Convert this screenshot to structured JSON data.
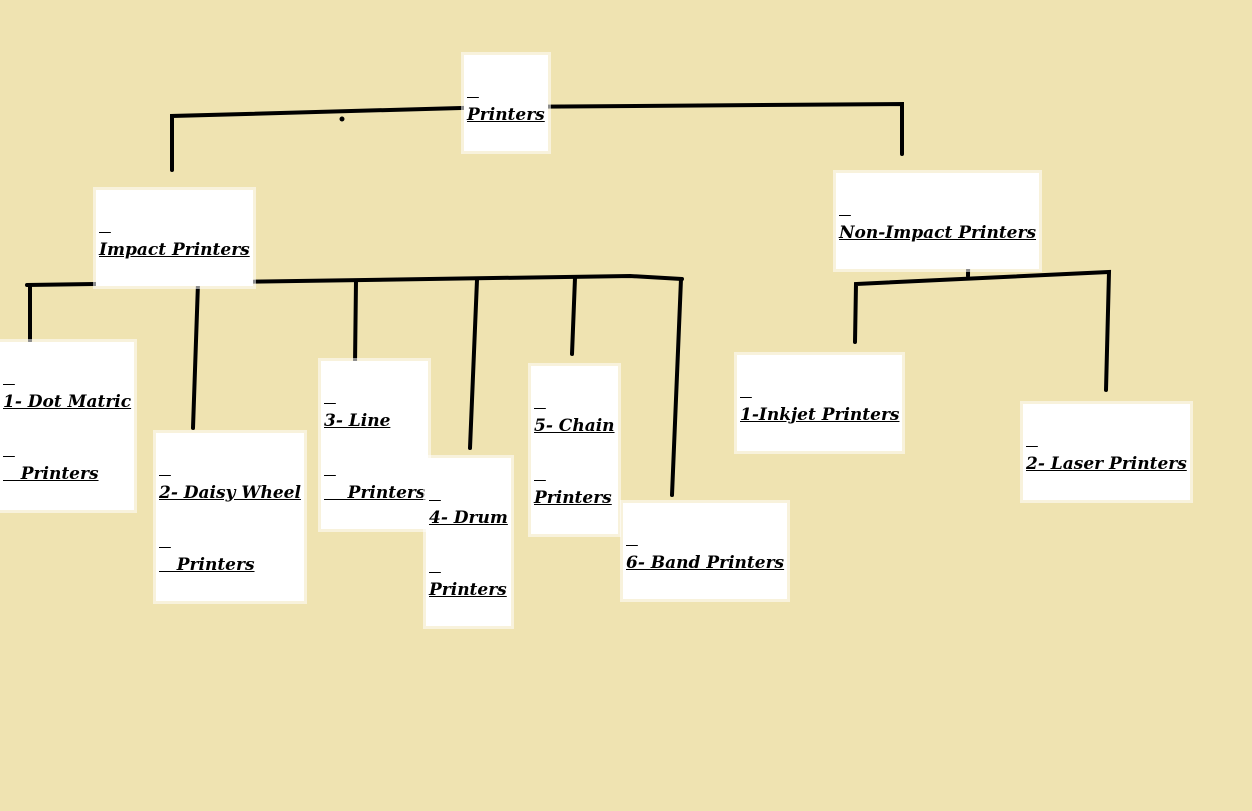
{
  "root": {
    "label": "Printers"
  },
  "impact": {
    "label": "Impact Printers",
    "children": [
      {
        "line1": "1- Dot Matric",
        "line2": "   Printers"
      },
      {
        "line1": "2- Daisy Wheel",
        "line2": "   Printers"
      },
      {
        "line1": "3- Line",
        "line2": "    Printers"
      },
      {
        "line1": "4- Drum",
        "line2": "Printers"
      },
      {
        "line1": "5- Chain",
        "line2": "Printers"
      },
      {
        "line1": "6- Band Printers"
      }
    ]
  },
  "nonimpact": {
    "label": "Non-Impact Printers",
    "children": [
      {
        "line1": "1-Inkjet Printers"
      },
      {
        "line1": "2- Laser Printers"
      }
    ]
  }
}
